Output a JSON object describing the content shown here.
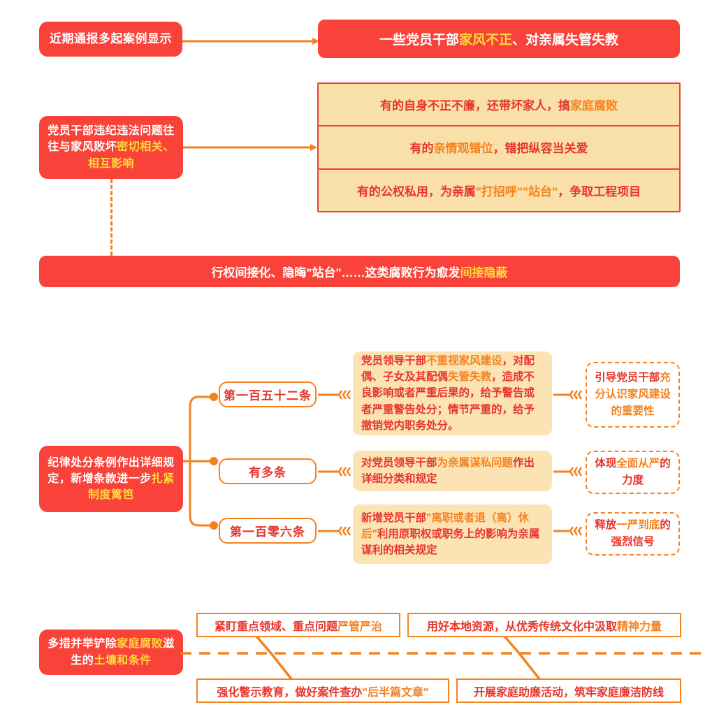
{
  "section1": {
    "source_box": {
      "text": "近期通报多起案例显示"
    },
    "headline": {
      "parts": [
        {
          "t": "一些党员干部",
          "c": "white"
        },
        {
          "t": "家风不正",
          "c": "yellow"
        },
        {
          "t": "、对亲属失管失教",
          "c": "white"
        }
      ]
    },
    "cause_box": {
      "parts": [
        {
          "t": "党员干部违纪违法问题往往与家风败坏",
          "c": "white"
        },
        {
          "t": "密切相关、相互影响",
          "c": "yellow"
        }
      ]
    },
    "table_rows": [
      {
        "parts": [
          {
            "t": "有的自身不正不廉，还带坏家人，搞",
            "c": "red"
          },
          {
            "t": "家庭腐败",
            "c": "orange"
          }
        ]
      },
      {
        "parts": [
          {
            "t": "有的",
            "c": "red"
          },
          {
            "t": "亲情观错位",
            "c": "orange"
          },
          {
            "t": "，错把纵容当关爱",
            "c": "red"
          }
        ]
      },
      {
        "parts": [
          {
            "t": "有的公权私用，为亲属",
            "c": "red"
          },
          {
            "t": "\"打招呼\"\"站台\"",
            "c": "orange"
          },
          {
            "t": "，争取工程项目",
            "c": "red"
          }
        ]
      }
    ],
    "bottom_banner": {
      "parts": [
        {
          "t": "行权间接化、隐晦\"站台\"……这类腐败行为愈发",
          "c": "white"
        },
        {
          "t": "间接隐蔽",
          "c": "yellow"
        }
      ]
    }
  },
  "section2": {
    "root_box": {
      "parts": [
        {
          "t": "纪律处分条例作出详细规定，新增条款进一步",
          "c": "white"
        },
        {
          "t": "扎紧制度篱笆",
          "c": "yellow"
        }
      ]
    },
    "rows": [
      {
        "pill": "第一百五十二条",
        "detail": {
          "parts": [
            {
              "t": "党员领导干部",
              "c": "red"
            },
            {
              "t": "不重视家风建设",
              "c": "orange"
            },
            {
              "t": "，对配偶、子女及其配偶",
              "c": "red"
            },
            {
              "t": "失管失教",
              "c": "orange"
            },
            {
              "t": "，造成不良影响或者严重后果的，给予警告或者严重警告处分；情节严重的，给予撤销党内职务处分。",
              "c": "red"
            }
          ]
        },
        "outcome": {
          "parts": [
            {
              "t": "引导党员干部",
              "c": "red"
            },
            {
              "t": "充分认识家风",
              "c": "orange-mix"
            },
            {
              "t": "建设的重要性",
              "c": "orange"
            }
          ]
        }
      },
      {
        "pill": "有多条",
        "detail": {
          "parts": [
            {
              "t": "对党员领导干部",
              "c": "red"
            },
            {
              "t": "为亲属谋私问题",
              "c": "orange"
            },
            {
              "t": "作出详细分类和规定",
              "c": "red"
            }
          ]
        },
        "outcome": {
          "parts": [
            {
              "t": "体现",
              "c": "red"
            },
            {
              "t": "全面从严",
              "c": "orange"
            },
            {
              "t": "的力度",
              "c": "red"
            }
          ]
        }
      },
      {
        "pill": "第一百零六条",
        "detail": {
          "parts": [
            {
              "t": "新增党员干部",
              "c": "red"
            },
            {
              "t": "\"离职或者退（离）休后\"",
              "c": "orange"
            },
            {
              "t": "利用原职权或职务上的影响为亲属谋利的相关规定",
              "c": "red"
            }
          ]
        },
        "outcome": {
          "parts": [
            {
              "t": "释放",
              "c": "red"
            },
            {
              "t": "一严到底",
              "c": "orange"
            },
            {
              "t": "的强烈信号",
              "c": "red"
            }
          ]
        }
      }
    ]
  },
  "section3": {
    "root_box": {
      "parts": [
        {
          "t": "多措并举铲除",
          "c": "white"
        },
        {
          "t": "家庭腐败",
          "c": "yellow"
        },
        {
          "t": "滋生的",
          "c": "white"
        },
        {
          "t": "土壤和条件",
          "c": "yellow"
        }
      ]
    },
    "measures": [
      {
        "parts": [
          {
            "t": "紧盯重点领域、重点问题",
            "c": "red"
          },
          {
            "t": "严管严治",
            "c": "orange"
          }
        ]
      },
      {
        "parts": [
          {
            "t": "用好本地资源，从优秀传统文化中汲取",
            "c": "red"
          },
          {
            "t": "精神力量",
            "c": "orange"
          }
        ]
      },
      {
        "parts": [
          {
            "t": "强化警示教育，做好案件查办",
            "c": "red"
          },
          {
            "t": "\"后半篇文章\"",
            "c": "orange"
          }
        ]
      },
      {
        "parts": [
          {
            "t": "开展家庭助廉活动，筑牢家庭廉洁防线",
            "c": "red"
          }
        ]
      }
    ]
  },
  "colors": {
    "red": "#f9423a",
    "deep_red": "#e8352b",
    "orange": "#f5821f",
    "yellow": "#ffd83b",
    "cream": "#f9dfa8",
    "card_cream": "#fbe3b4",
    "white": "#ffffff"
  }
}
